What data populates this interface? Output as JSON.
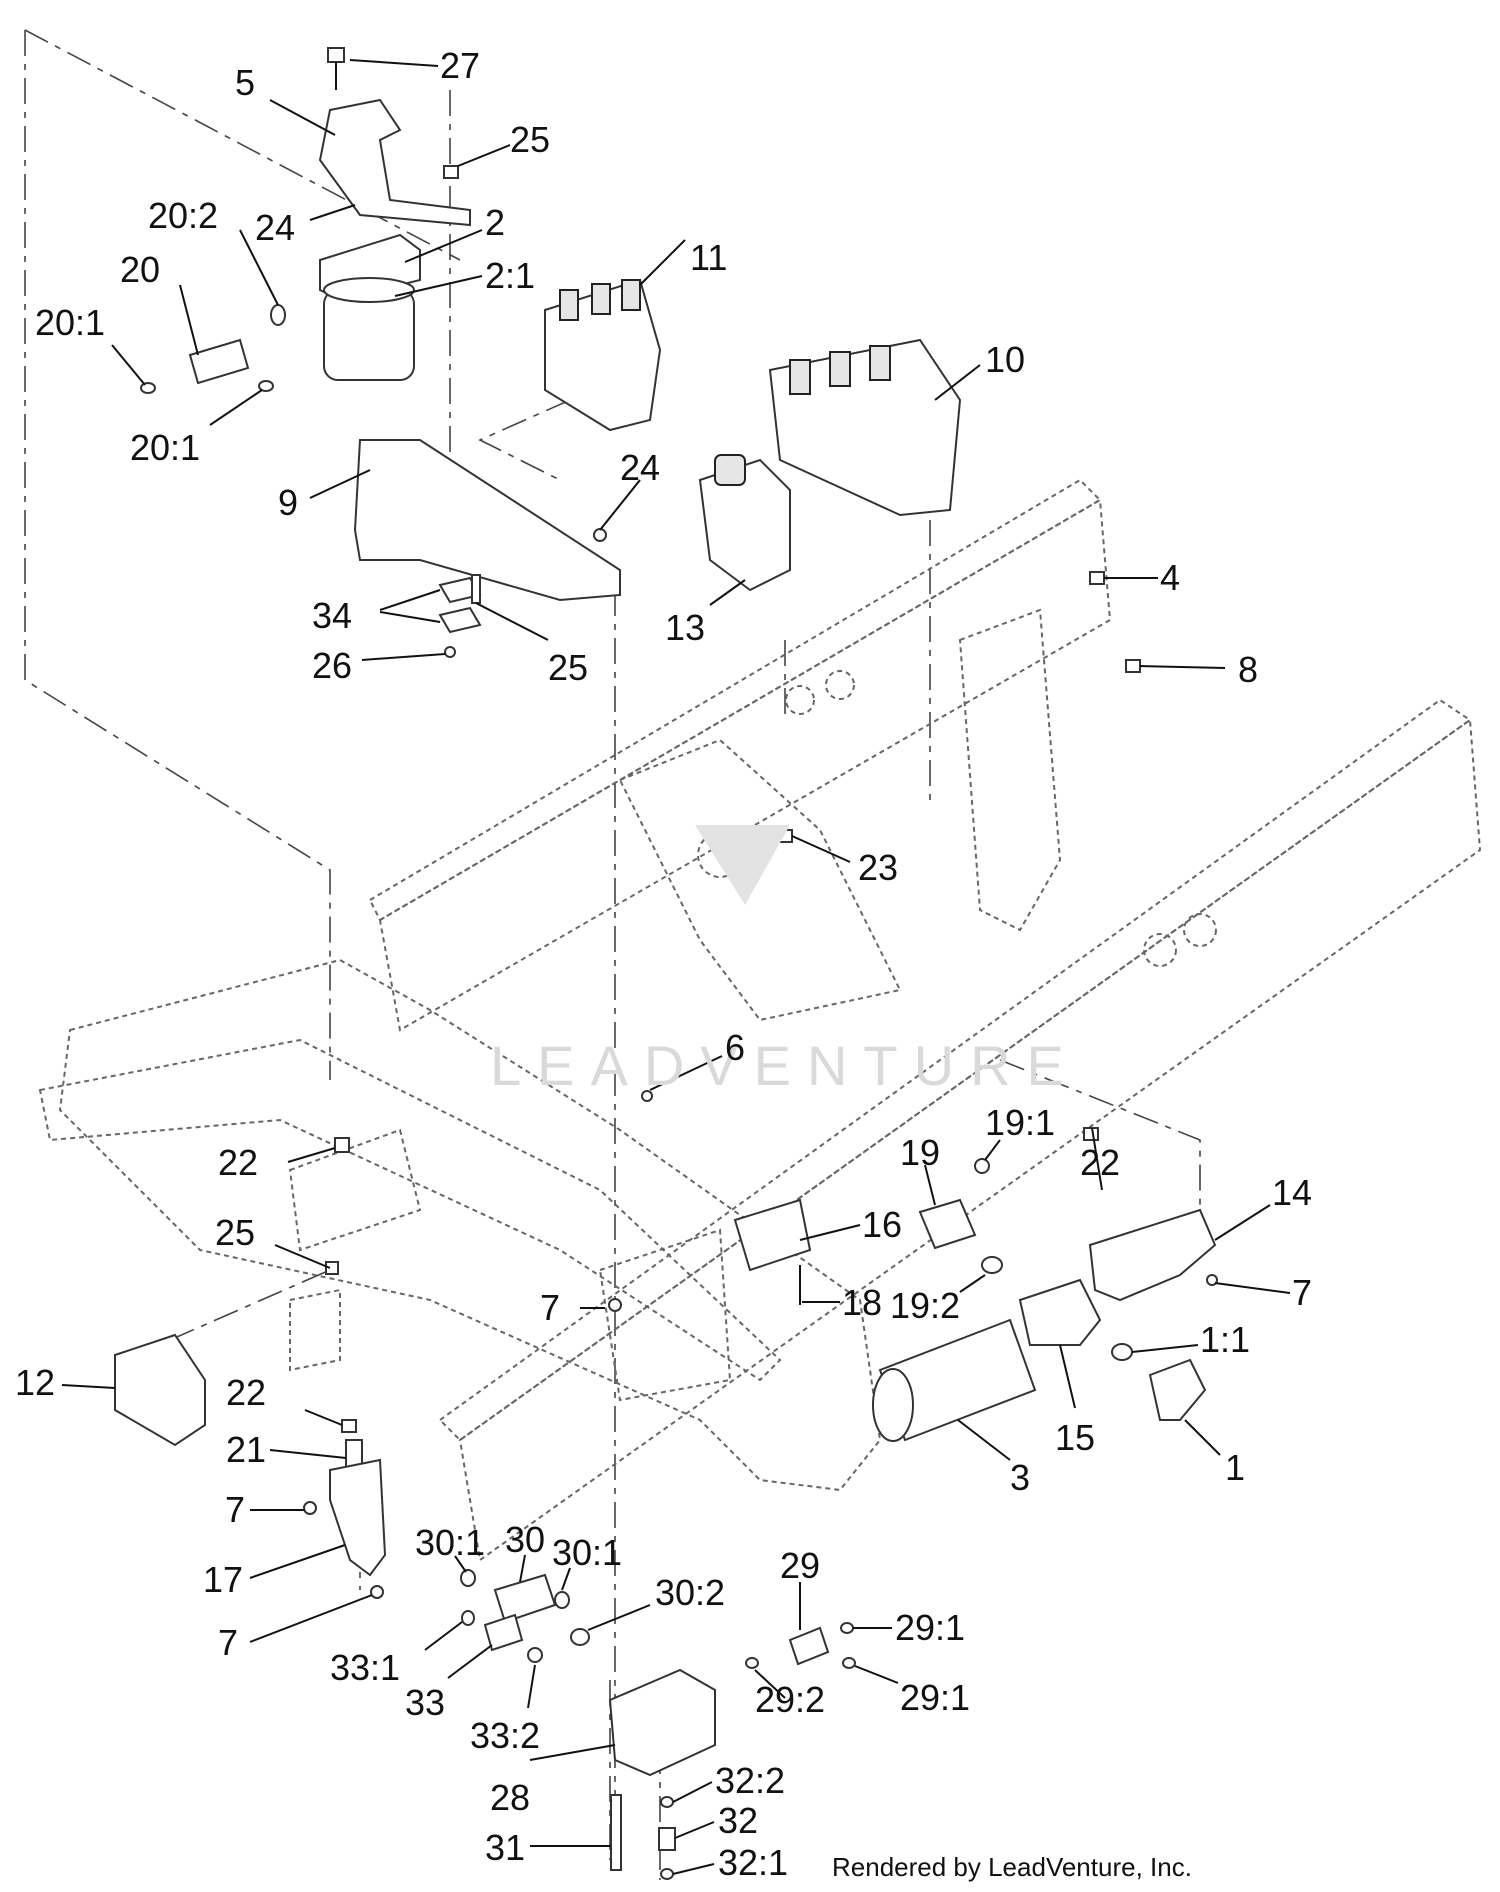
{
  "diagram": {
    "watermark_text": "LEADVENTURE",
    "credit_text": "Rendered by LeadVenture, Inc.",
    "callouts": [
      {
        "id": "c27",
        "label": "27"
      },
      {
        "id": "c5",
        "label": "5"
      },
      {
        "id": "c25a",
        "label": "25"
      },
      {
        "id": "c20-2",
        "label": "20:2"
      },
      {
        "id": "c24a",
        "label": "24"
      },
      {
        "id": "c2",
        "label": "2"
      },
      {
        "id": "c20",
        "label": "20"
      },
      {
        "id": "c2-1",
        "label": "2:1"
      },
      {
        "id": "c11",
        "label": "11"
      },
      {
        "id": "c20-1a",
        "label": "20:1"
      },
      {
        "id": "c10",
        "label": "10"
      },
      {
        "id": "c20-1b",
        "label": "20:1"
      },
      {
        "id": "c24b",
        "label": "24"
      },
      {
        "id": "c9",
        "label": "9"
      },
      {
        "id": "c4",
        "label": "4"
      },
      {
        "id": "c34",
        "label": "34"
      },
      {
        "id": "c13",
        "label": "13"
      },
      {
        "id": "c26",
        "label": "26"
      },
      {
        "id": "c25b",
        "label": "25"
      },
      {
        "id": "c8",
        "label": "8"
      },
      {
        "id": "c23",
        "label": "23"
      },
      {
        "id": "c6",
        "label": "6"
      },
      {
        "id": "c19-1",
        "label": "19:1"
      },
      {
        "id": "c19",
        "label": "19"
      },
      {
        "id": "c22a",
        "label": "22"
      },
      {
        "id": "c22b",
        "label": "22"
      },
      {
        "id": "c14",
        "label": "14"
      },
      {
        "id": "c25c",
        "label": "25"
      },
      {
        "id": "c16",
        "label": "16"
      },
      {
        "id": "c7a",
        "label": "7"
      },
      {
        "id": "c19-2",
        "label": "19:2"
      },
      {
        "id": "c18",
        "label": "18"
      },
      {
        "id": "c7b",
        "label": "7"
      },
      {
        "id": "c1-1",
        "label": "1:1"
      },
      {
        "id": "c12",
        "label": "12"
      },
      {
        "id": "c22c",
        "label": "22"
      },
      {
        "id": "c15",
        "label": "15"
      },
      {
        "id": "c1",
        "label": "1"
      },
      {
        "id": "c3",
        "label": "3"
      },
      {
        "id": "c21",
        "label": "21"
      },
      {
        "id": "c7c",
        "label": "7"
      },
      {
        "id": "c30-1a",
        "label": "30:1"
      },
      {
        "id": "c30",
        "label": "30"
      },
      {
        "id": "c30-1b",
        "label": "30:1"
      },
      {
        "id": "c17",
        "label": "17"
      },
      {
        "id": "c29",
        "label": "29"
      },
      {
        "id": "c30-2",
        "label": "30:2"
      },
      {
        "id": "c7d",
        "label": "7"
      },
      {
        "id": "c29-1a",
        "label": "29:1"
      },
      {
        "id": "c33-1",
        "label": "33:1"
      },
      {
        "id": "c33",
        "label": "33"
      },
      {
        "id": "c29-1b",
        "label": "29:1"
      },
      {
        "id": "c33-2",
        "label": "33:2"
      },
      {
        "id": "c29-2",
        "label": "29:2"
      },
      {
        "id": "c28",
        "label": "28"
      },
      {
        "id": "c32-2",
        "label": "32:2"
      },
      {
        "id": "c32",
        "label": "32"
      },
      {
        "id": "c31",
        "label": "31"
      },
      {
        "id": "c32-1",
        "label": "32:1"
      }
    ]
  }
}
